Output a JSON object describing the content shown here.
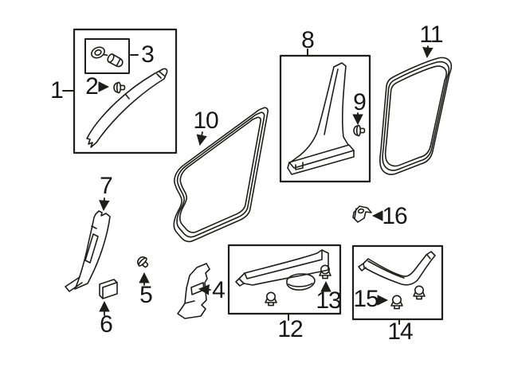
{
  "diagram": {
    "type": "exploded-parts-diagram",
    "background_color": "#ffffff",
    "line_color": "#1d1d1b",
    "text_color": "#161616",
    "callouts": [
      {
        "label": "1"
      },
      {
        "label": "2"
      },
      {
        "label": "3"
      },
      {
        "label": "4"
      },
      {
        "label": "5"
      },
      {
        "label": "6"
      },
      {
        "label": "7"
      },
      {
        "label": "8"
      },
      {
        "label": "9"
      },
      {
        "label": "10"
      },
      {
        "label": "11"
      },
      {
        "label": "12"
      },
      {
        "label": "13"
      },
      {
        "label": "14"
      },
      {
        "label": "15"
      },
      {
        "label": "16"
      }
    ]
  }
}
